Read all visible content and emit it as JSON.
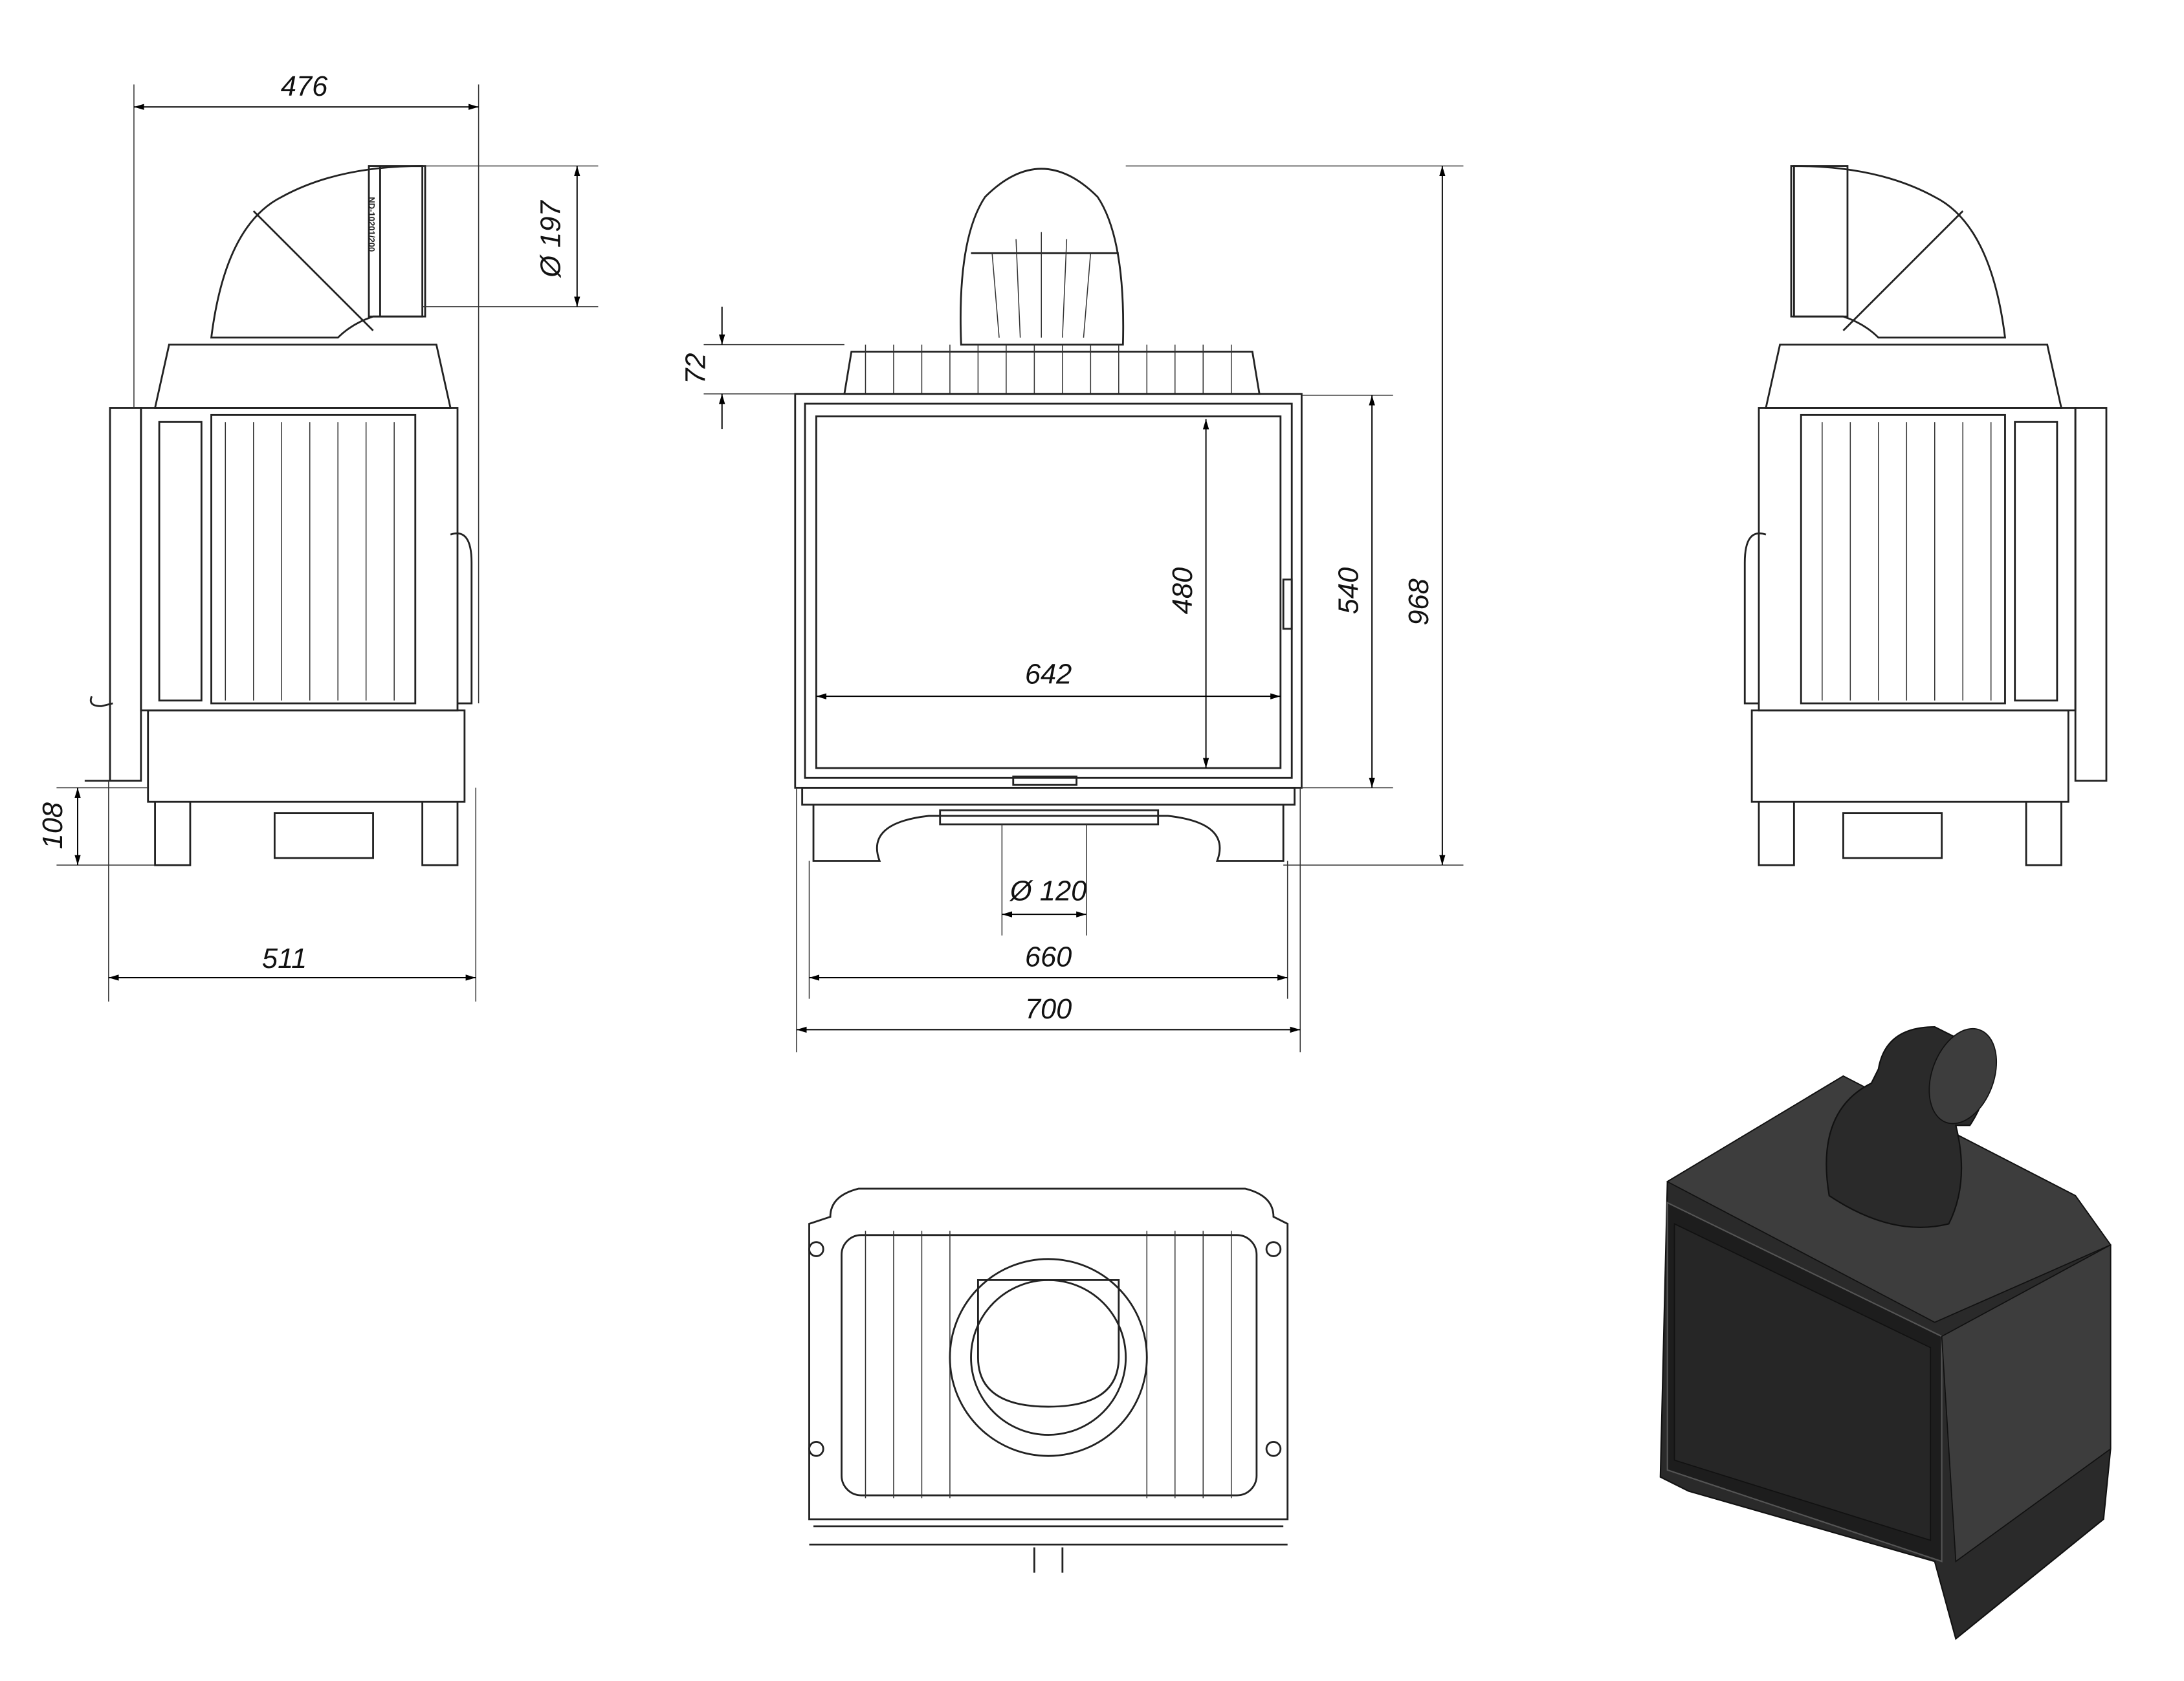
{
  "dimensions": {
    "side_depth_top": "476",
    "flue_outlet_diameter": "Ø 197",
    "top_fin_height": "72",
    "total_height": "968",
    "body_height": "540",
    "glass_height": "480",
    "glass_width": "642",
    "leg_height": "108",
    "side_depth_bottom": "511",
    "leg_span_width": "660",
    "total_width": "700",
    "air_inlet_diameter": "Ø 120"
  },
  "labels": {
    "pipe_marking": "ND-10201/200"
  }
}
